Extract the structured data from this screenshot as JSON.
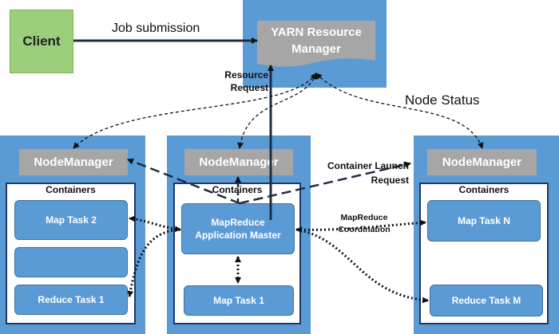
{
  "client": {
    "label": "Client"
  },
  "resource_manager": {
    "label": "YARN Resource Manager"
  },
  "labels": {
    "job_submission": "Job submission",
    "resource_request": "Resource Request",
    "node_status": "Node Status",
    "container_launch_request": "Container Launch Request",
    "mapreduce_coordination": "MapReduce Coordination"
  },
  "nodes": [
    {
      "node_manager": "NodeManager",
      "containers_label": "Containers",
      "tasks": [
        "Map Task 2",
        "",
        "Reduce Task 1"
      ]
    },
    {
      "node_manager": "NodeManager",
      "containers_label": "Containers",
      "tasks": [
        "MapReduce Application Master",
        "Map Task 1"
      ]
    },
    {
      "node_manager": "NodeManager",
      "containers_label": "Containers",
      "tasks": [
        "Map Task N",
        "Reduce Task M"
      ]
    }
  ],
  "colors": {
    "node_blue": "#5b9bd5",
    "client_green": "#9ccf7c",
    "gray": "#a6a6a6",
    "dark_navy": "#1f3864"
  }
}
